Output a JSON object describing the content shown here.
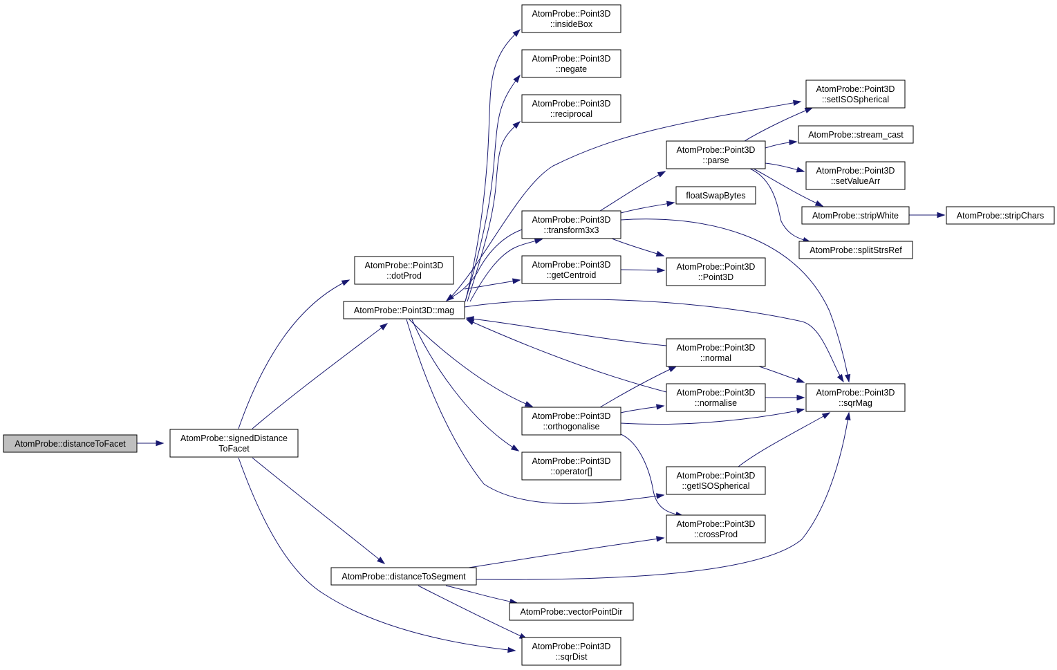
{
  "colors": {
    "edge": "#191970",
    "root_fill": "#bfbfbf",
    "node_fill": "#ffffff",
    "node_border": "#000000"
  },
  "nodes": [
    {
      "id": "distanceToFacet",
      "lines": [
        "AtomProbe::distanceToFacet"
      ],
      "root": true
    },
    {
      "id": "signedDistanceToFacet",
      "lines": [
        "AtomProbe::signedDistance",
        "ToFacet"
      ]
    },
    {
      "id": "dotProd",
      "lines": [
        "AtomProbe::Point3D",
        "::dotProd"
      ]
    },
    {
      "id": "mag",
      "lines": [
        "AtomProbe::Point3D::mag"
      ]
    },
    {
      "id": "distanceToSegment",
      "lines": [
        "AtomProbe::distanceToSegment"
      ]
    },
    {
      "id": "insideBox",
      "lines": [
        "AtomProbe::Point3D",
        "::insideBox"
      ]
    },
    {
      "id": "negate",
      "lines": [
        "AtomProbe::Point3D",
        "::negate"
      ]
    },
    {
      "id": "reciprocal",
      "lines": [
        "AtomProbe::Point3D",
        "::reciprocal"
      ]
    },
    {
      "id": "transform3x3",
      "lines": [
        "AtomProbe::Point3D",
        "::transform3x3"
      ]
    },
    {
      "id": "getCentroid",
      "lines": [
        "AtomProbe::Point3D",
        "::getCentroid"
      ]
    },
    {
      "id": "orthogonalise",
      "lines": [
        "AtomProbe::Point3D",
        "::orthogonalise"
      ]
    },
    {
      "id": "operatorIdx",
      "lines": [
        "AtomProbe::Point3D",
        "::operator[]"
      ]
    },
    {
      "id": "vectorPointDir",
      "lines": [
        "AtomProbe::vectorPointDir"
      ]
    },
    {
      "id": "sqrDist",
      "lines": [
        "AtomProbe::Point3D",
        "::sqrDist"
      ]
    },
    {
      "id": "parse",
      "lines": [
        "AtomProbe::Point3D",
        "::parse"
      ]
    },
    {
      "id": "floatSwapBytes",
      "lines": [
        "floatSwapBytes"
      ]
    },
    {
      "id": "point3dCtor",
      "lines": [
        "AtomProbe::Point3D",
        "::Point3D"
      ]
    },
    {
      "id": "normal",
      "lines": [
        "AtomProbe::Point3D",
        "::normal"
      ]
    },
    {
      "id": "normalise",
      "lines": [
        "AtomProbe::Point3D",
        "::normalise"
      ]
    },
    {
      "id": "getISOSpherical",
      "lines": [
        "AtomProbe::Point3D",
        "::getISOSpherical"
      ]
    },
    {
      "id": "crossProd",
      "lines": [
        "AtomProbe::Point3D",
        "::crossProd"
      ]
    },
    {
      "id": "setISOSpherical",
      "lines": [
        "AtomProbe::Point3D",
        "::setISOSpherical"
      ]
    },
    {
      "id": "stream_cast",
      "lines": [
        "AtomProbe::stream_cast"
      ]
    },
    {
      "id": "setValueArr",
      "lines": [
        "AtomProbe::Point3D",
        "::setValueArr"
      ]
    },
    {
      "id": "stripWhite",
      "lines": [
        "AtomProbe::stripWhite"
      ]
    },
    {
      "id": "splitStrsRef",
      "lines": [
        "AtomProbe::splitStrsRef"
      ]
    },
    {
      "id": "sqrMag",
      "lines": [
        "AtomProbe::Point3D",
        "::sqrMag"
      ]
    },
    {
      "id": "stripChars",
      "lines": [
        "AtomProbe::stripChars"
      ]
    }
  ],
  "edges": [
    {
      "from": "distanceToFacet",
      "to": "signedDistanceToFacet"
    },
    {
      "from": "signedDistanceToFacet",
      "to": "dotProd"
    },
    {
      "from": "signedDistanceToFacet",
      "to": "mag"
    },
    {
      "from": "signedDistanceToFacet",
      "to": "distanceToSegment"
    },
    {
      "from": "signedDistanceToFacet",
      "to": "sqrDist"
    },
    {
      "from": "mag",
      "to": "insideBox"
    },
    {
      "from": "mag",
      "to": "negate"
    },
    {
      "from": "mag",
      "to": "reciprocal"
    },
    {
      "from": "mag",
      "to": "setISOSpherical"
    },
    {
      "from": "mag",
      "to": "transform3x3"
    },
    {
      "from": "mag",
      "to": "getCentroid"
    },
    {
      "from": "mag",
      "to": "sqrMag"
    },
    {
      "from": "mag",
      "to": "orthogonalise"
    },
    {
      "from": "mag",
      "to": "operatorIdx"
    },
    {
      "from": "mag",
      "to": "getISOSpherical"
    },
    {
      "from": "transform3x3",
      "to": "mag"
    },
    {
      "from": "normal",
      "to": "mag"
    },
    {
      "from": "normalise",
      "to": "mag"
    },
    {
      "from": "transform3x3",
      "to": "parse"
    },
    {
      "from": "transform3x3",
      "to": "floatSwapBytes"
    },
    {
      "from": "transform3x3",
      "to": "point3dCtor"
    },
    {
      "from": "transform3x3",
      "to": "sqrMag"
    },
    {
      "from": "getCentroid",
      "to": "point3dCtor"
    },
    {
      "from": "parse",
      "to": "setISOSpherical"
    },
    {
      "from": "parse",
      "to": "stream_cast"
    },
    {
      "from": "parse",
      "to": "setValueArr"
    },
    {
      "from": "parse",
      "to": "stripWhite"
    },
    {
      "from": "parse",
      "to": "splitStrsRef"
    },
    {
      "from": "stripWhite",
      "to": "stripChars"
    },
    {
      "from": "orthogonalise",
      "to": "normal"
    },
    {
      "from": "orthogonalise",
      "to": "normalise"
    },
    {
      "from": "orthogonalise",
      "to": "sqrMag"
    },
    {
      "from": "orthogonalise",
      "to": "crossProd"
    },
    {
      "from": "normal",
      "to": "sqrMag"
    },
    {
      "from": "normalise",
      "to": "sqrMag"
    },
    {
      "from": "getISOSpherical",
      "to": "sqrMag"
    },
    {
      "from": "distanceToSegment",
      "to": "crossProd"
    },
    {
      "from": "distanceToSegment",
      "to": "sqrMag"
    },
    {
      "from": "distanceToSegment",
      "to": "vectorPointDir"
    },
    {
      "from": "distanceToSegment",
      "to": "sqrDist"
    }
  ]
}
